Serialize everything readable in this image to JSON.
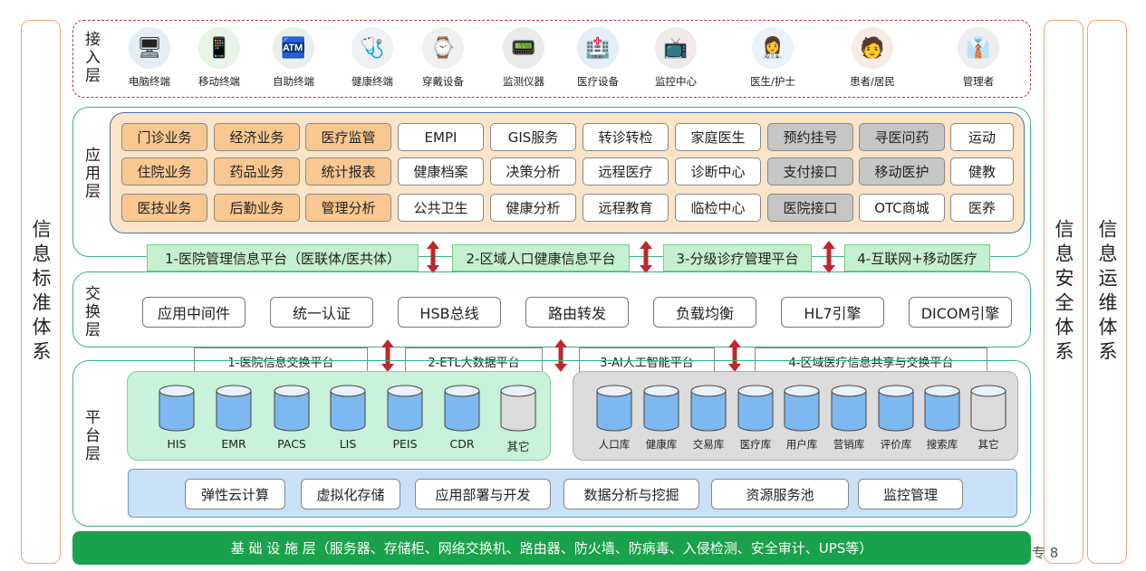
{
  "side_left": "信息标准体系",
  "side_right_1": "信息安全体系",
  "side_right_2": "信息运维体系",
  "access": {
    "label": "接入层",
    "devices": [
      "电脑终端",
      "移动终端",
      "自助终端",
      "健康终端",
      "穿戴设备",
      "监测仪器",
      "医疗设备",
      "监控中心",
      "医生/护士",
      "患者/居民",
      "管理者"
    ]
  },
  "application": {
    "label": "应用层",
    "rows": [
      [
        "门诊业务",
        "经济业务",
        "医疗监管",
        "EMPI",
        "GIS服务",
        "转诊转检",
        "家庭医生",
        "预约挂号",
        "寻医问药",
        "运动"
      ],
      [
        "住院业务",
        "药品业务",
        "统计报表",
        "健康档案",
        "决策分析",
        "远程医疗",
        "诊断中心",
        "支付接口",
        "移动医护",
        "健教"
      ],
      [
        "医技业务",
        "后勤业务",
        "管理分析",
        "公共卫生",
        "健康分析",
        "远程教育",
        "临检中心",
        "医院接口",
        "OTC商城",
        "医养"
      ]
    ]
  },
  "platforms": [
    "1-医院管理信息平台（医联体/医共体）",
    "2-区域人口健康信息平台",
    "3-分级诊疗管理平台",
    "4-互联网+移动医疗"
  ],
  "exchange": {
    "label": "交换层",
    "items": [
      "应用中间件",
      "统一认证",
      "HSB总线",
      "路由转发",
      "负载均衡",
      "HL7引擎",
      "DICOM引擎"
    ]
  },
  "exchange_platforms": [
    "1-医院信息交换平台",
    "2-ETL大数据平台",
    "3-AI人工智能平台",
    "4-区域医疗信息共享与交换平台"
  ],
  "platform_layer": {
    "label": "平台层",
    "left_dbs": [
      "HIS",
      "EMR",
      "PACS",
      "LIS",
      "PEIS",
      "CDR",
      "其它"
    ],
    "right_dbs": [
      "人口库",
      "健康库",
      "交易库",
      "医疗库",
      "用户库",
      "营销库",
      "评价库",
      "搜索库",
      "其它"
    ],
    "cloud": [
      "弹性云计算",
      "虚拟化存储",
      "应用部署与开发",
      "数据分析与挖掘",
      "资源服务池",
      "监控管理"
    ]
  },
  "base": "基 础 设 施 层（服务器、存储柜、网络交换机、路由器、防火墙、防病毒、入侵检测、安全审计、UPS等）",
  "corner_text": "专 8",
  "colors": {
    "green_frame": "#3fb27f",
    "orange": "#f9c891",
    "arrow": "#c0262d",
    "base": "#1aa14b",
    "db_blue": "#7db8f0"
  }
}
